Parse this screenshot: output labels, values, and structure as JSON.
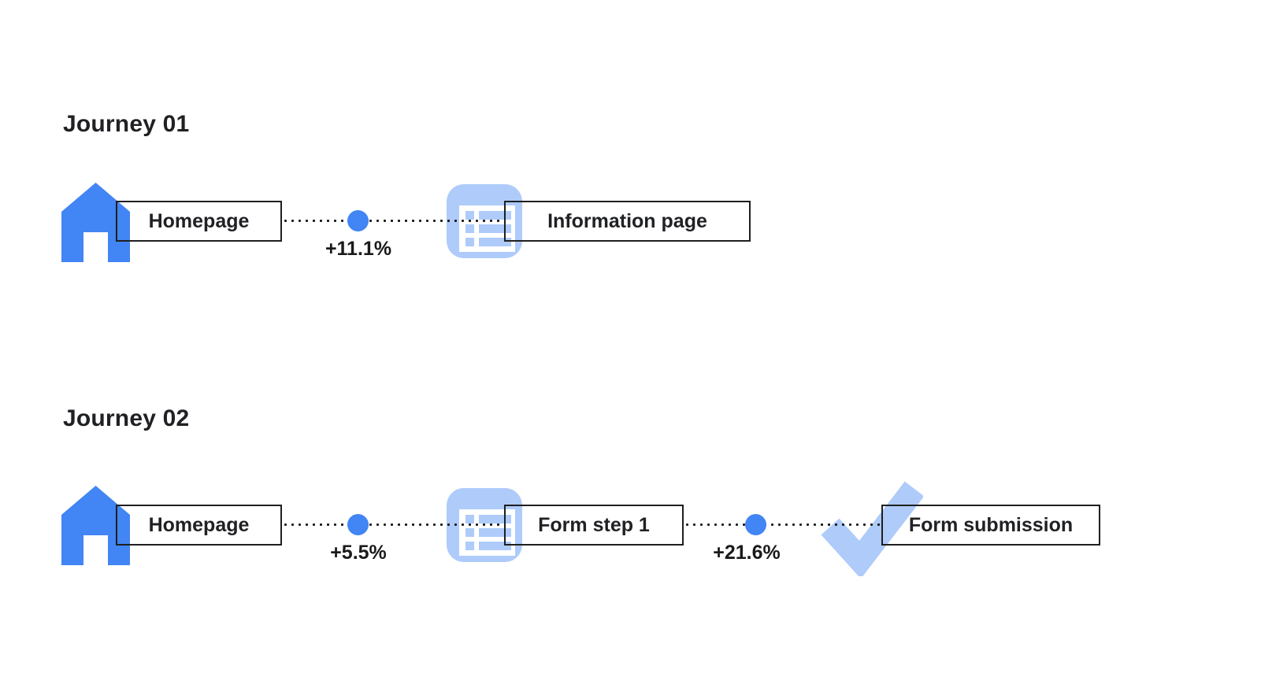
{
  "colors": {
    "primary_blue": "#4285F4",
    "light_blue": "#AECBFA",
    "text": "#202124",
    "box_border": "#1F1F1F"
  },
  "journeys": [
    {
      "title": "Journey 01",
      "steps": [
        {
          "icon": "home-icon",
          "label": "Homepage"
        },
        {
          "icon": "information-page-icon",
          "label": "Information page"
        }
      ],
      "transitions": [
        {
          "delta": "+11.1%"
        }
      ]
    },
    {
      "title": "Journey 02",
      "steps": [
        {
          "icon": "home-icon",
          "label": "Homepage"
        },
        {
          "icon": "form-list-icon",
          "label": "Form step 1"
        },
        {
          "icon": "checkmark-icon",
          "label": "Form submission"
        }
      ],
      "transitions": [
        {
          "delta": "+5.5%"
        },
        {
          "delta": "+21.6%"
        }
      ]
    }
  ]
}
